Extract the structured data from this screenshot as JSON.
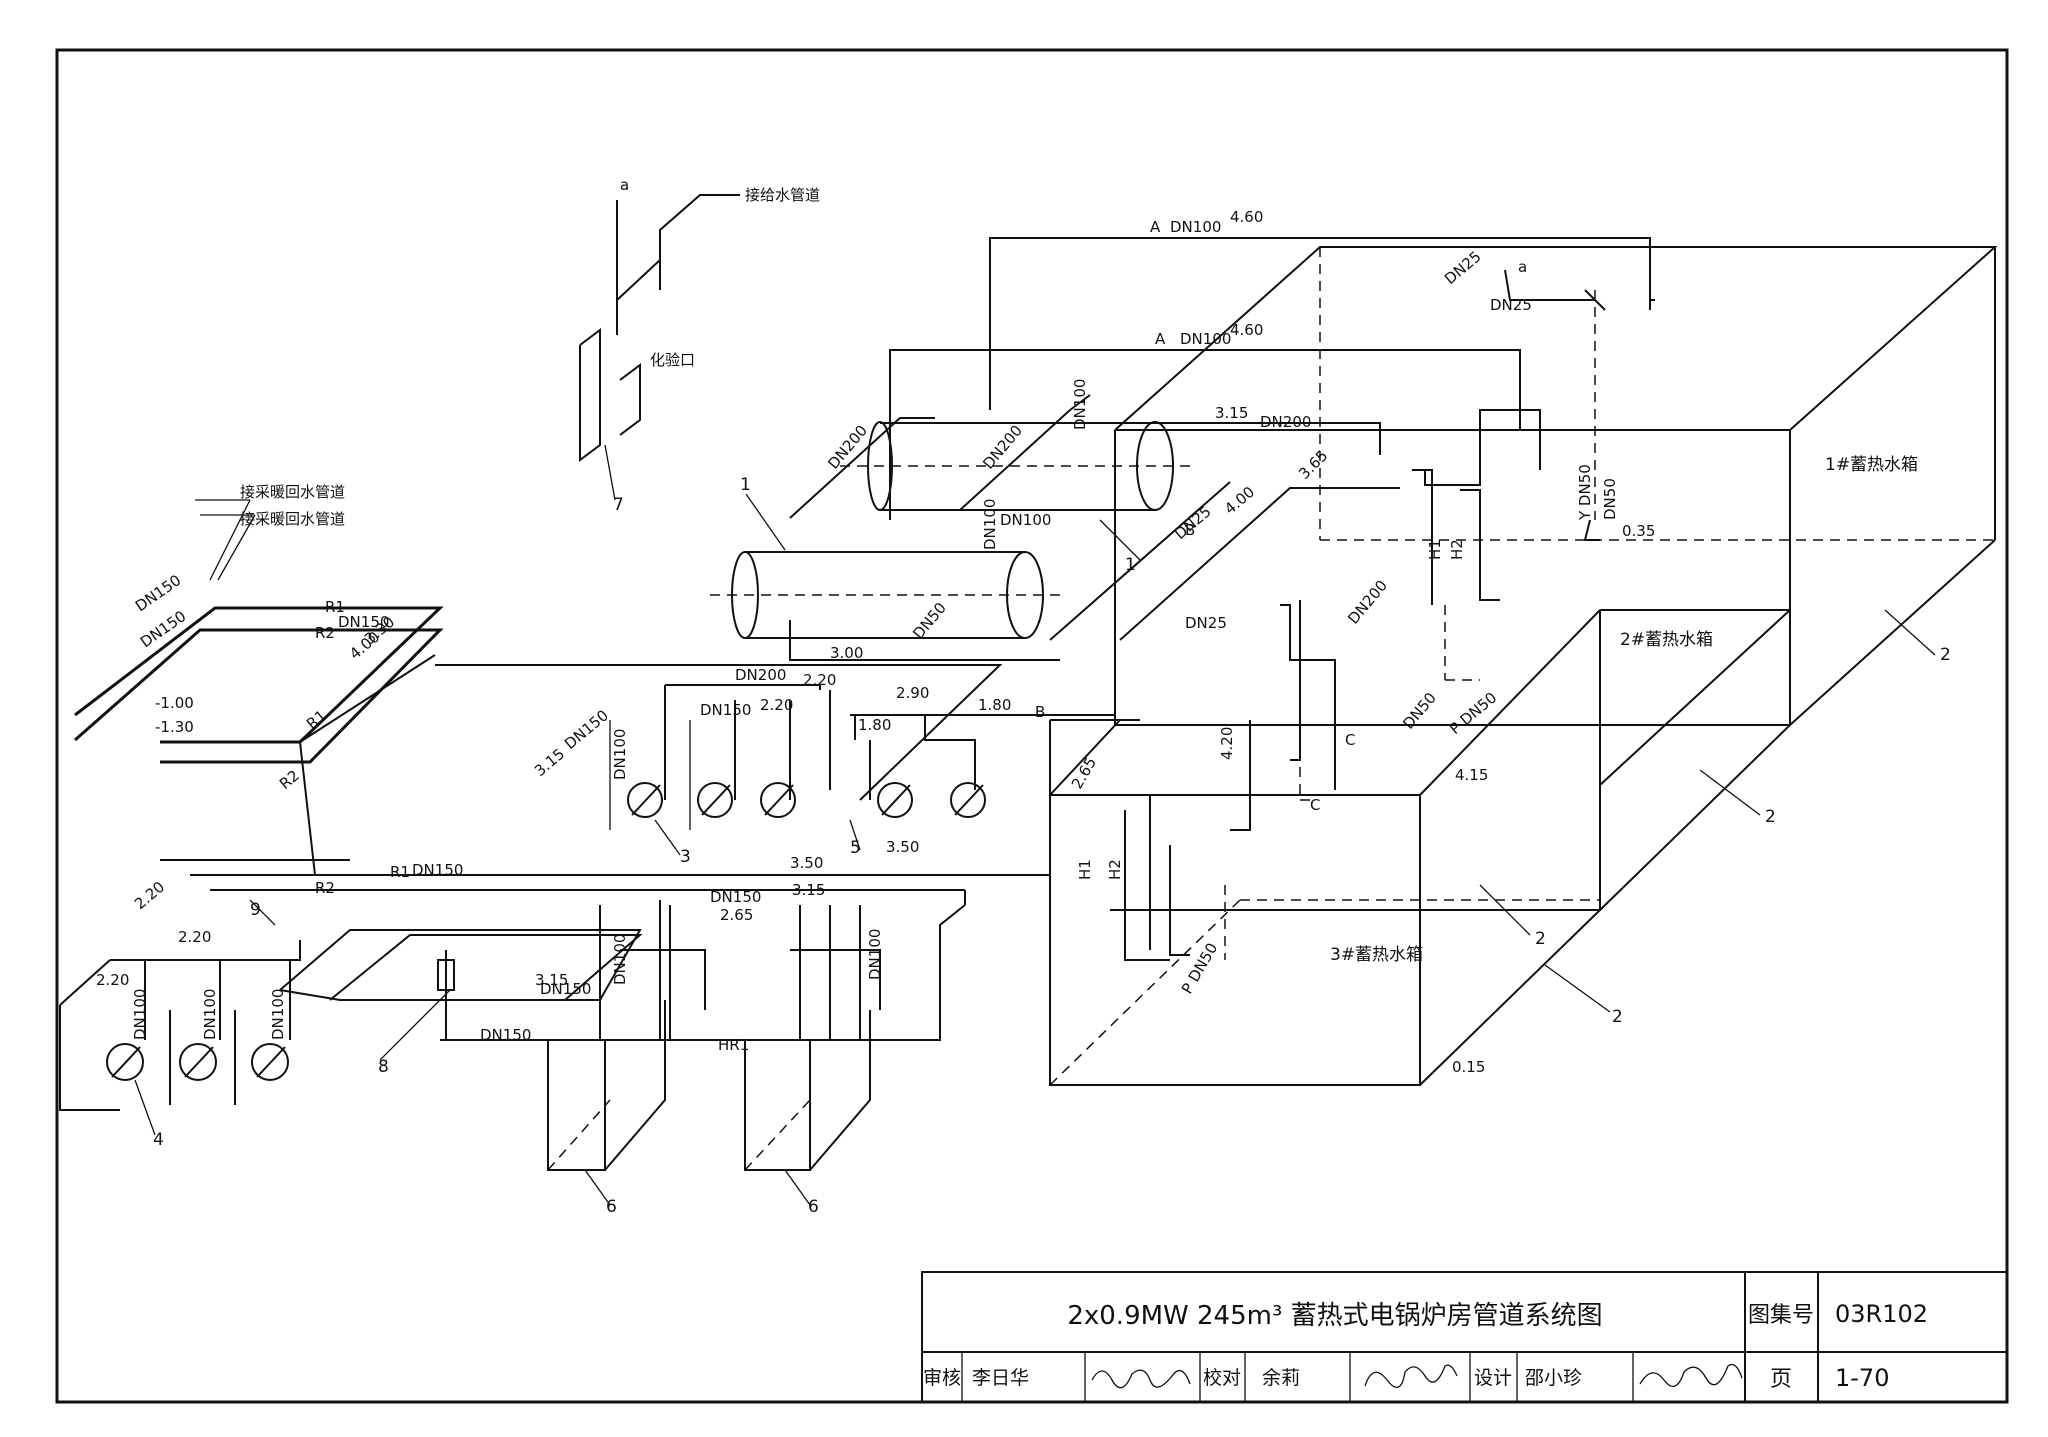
{
  "title_block": {
    "title": "2x0.9MW 245m³ 蓄热式电锅炉房管道系统图",
    "atlas_no_label": "图集号",
    "atlas_no": "03R102",
    "page_label": "页",
    "page": "1-70",
    "review_label": "审核",
    "reviewer": "李日华",
    "check_label": "校对",
    "checker": "余莉",
    "design_label": "设计",
    "designer": "邵小珍"
  },
  "tanks": [
    "1#蓄热水箱",
    "2#蓄热水箱",
    "3#蓄热水箱"
  ],
  "notes": {
    "heating_supply": "接采暖回水管道",
    "heating_return": "接采暖回水管道",
    "feed_water": "接给水管道",
    "dosing_port": "化验口"
  },
  "callouts": [
    "1",
    "1",
    "2",
    "2",
    "2",
    "2",
    "3",
    "4",
    "5",
    "6",
    "6",
    "7",
    "8",
    "9"
  ],
  "pipe_labels": [
    "A",
    "DN100",
    "A",
    "DN100",
    "DN25",
    "DN25",
    "DN25",
    "DN25",
    "DN200",
    "DN200",
    "DN200",
    "DN200",
    "DN100",
    "DN100",
    "DN100",
    "DN200",
    "DN150",
    "DN150",
    "DN150",
    "DN150",
    "DN150",
    "DN150",
    "DN150",
    "DN150",
    "DN150",
    "DN100",
    "DN100",
    "DN100",
    "DN100",
    "DN100",
    "DN100",
    "DN50",
    "DN50",
    "DN50",
    "R1",
    "R2",
    "R1",
    "R2",
    "R1",
    "R2",
    "HR1",
    "H1",
    "H2",
    "H1",
    "H2",
    "Y DN50",
    "P DN50",
    "P DN50",
    "B",
    "B",
    "C",
    "C",
    "a",
    "a"
  ],
  "elevations": [
    "4.60",
    "4.60",
    "3.15",
    "3.15",
    "3.15",
    "4.00",
    "3.65",
    "3.00",
    "2.20",
    "2.20",
    "2.20",
    "2.20",
    "2.20",
    "2.90",
    "1.80",
    "1.80",
    "3.50",
    "3.50",
    "3.15",
    "2.65",
    "4.15",
    "0.35",
    "0.15",
    "-1.00",
    "-1.30",
    "3.30",
    "4.00",
    "2.65",
    "4.20"
  ]
}
